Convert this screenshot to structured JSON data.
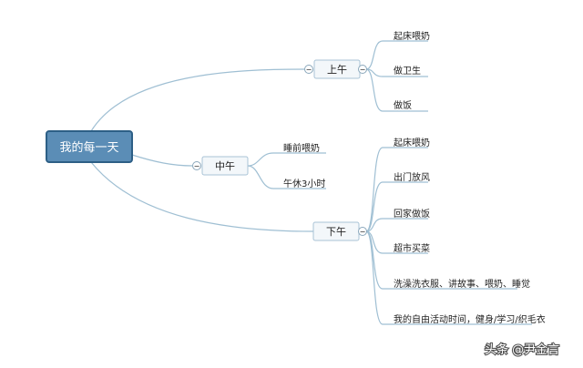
{
  "diagram": {
    "root": {
      "label": "我的每一天"
    },
    "branches": [
      {
        "id": "morning",
        "label": "上午",
        "children": [
          "起床喂奶",
          "做卫生",
          "做饭"
        ]
      },
      {
        "id": "noon",
        "label": "中午",
        "children": [
          "睡前喂奶",
          "午休3小时"
        ]
      },
      {
        "id": "afternoon",
        "label": "下午",
        "children": [
          "起床喂奶",
          "出门放风",
          "回家做饭",
          "超市买菜",
          "洗澡洗衣服、讲故事、喂奶、睡觉",
          "我的自由活动时间，健身/学习/织毛衣"
        ]
      }
    ],
    "collapse_symbol": "−"
  },
  "watermark": {
    "text": "头条 @尹金言"
  },
  "colors": {
    "line": "#9fbfd3",
    "root_fill": "#5b8db6",
    "root_border": "#2d5f86",
    "branch_fill": "#f3f7fa",
    "branch_border": "#a9c3d6"
  }
}
